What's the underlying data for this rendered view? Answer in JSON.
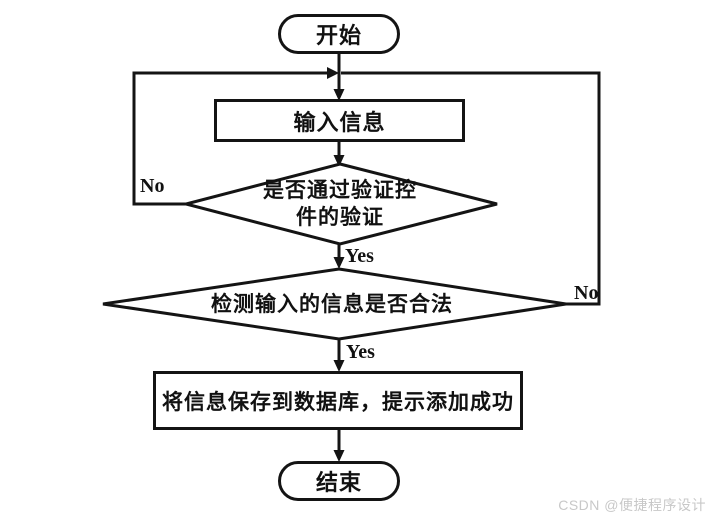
{
  "flowchart": {
    "nodes": {
      "start": {
        "label": "开始"
      },
      "input": {
        "label": "输入信息"
      },
      "validate": {
        "line1": "是否通过验证控",
        "line2": "件的验证"
      },
      "check": {
        "label": "检测输入的信息是否合法"
      },
      "save": {
        "label": "将信息保存到数据库，提示添加成功"
      },
      "end": {
        "label": "结束"
      }
    },
    "edges": {
      "validate_no": "No",
      "validate_yes": "Yes",
      "check_no": "No",
      "check_yes": "Yes"
    },
    "colors": {
      "line": "#141414",
      "background": "#ffffff",
      "watermark": "#c8c8c8"
    }
  },
  "watermark": {
    "text": "CSDN @便捷程序设计"
  }
}
